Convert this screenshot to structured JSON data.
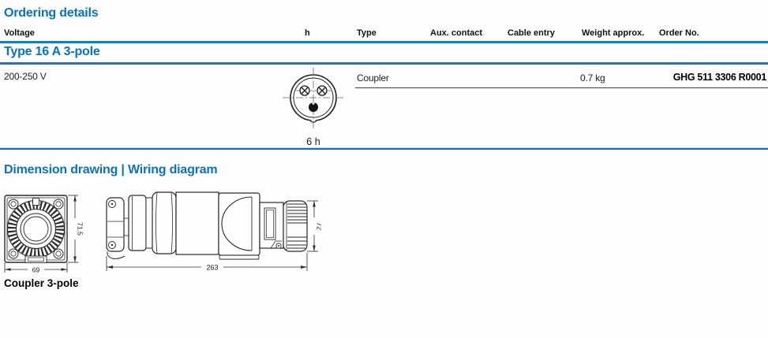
{
  "ordering": {
    "title": "Ordering details",
    "columns": [
      "Voltage",
      "h",
      "Type",
      "Aux. contact",
      "Cable entry",
      "Weight approx.",
      "Order No."
    ],
    "group": "Type 16 A 3-pole",
    "row": {
      "voltage": "200-250 V",
      "h_label": "6 h",
      "type": "Coupler",
      "aux_contact": "",
      "cable_entry": "",
      "weight": "0.7 kg",
      "order_no": "GHG 511 3306 R0001"
    }
  },
  "dimension_section": {
    "title": "Dimension drawing | Wiring diagram",
    "drawing_label": "Coupler 3-pole",
    "front_view": {
      "width": "69",
      "height": "71.5"
    },
    "side_view": {
      "length": "263",
      "height": "72"
    }
  },
  "colors": {
    "accent_blue": "#0d73b8",
    "rule_blue": "#1a7abd",
    "separator_blue": "#1470ae",
    "drawing_line": "#2b2b2b"
  }
}
